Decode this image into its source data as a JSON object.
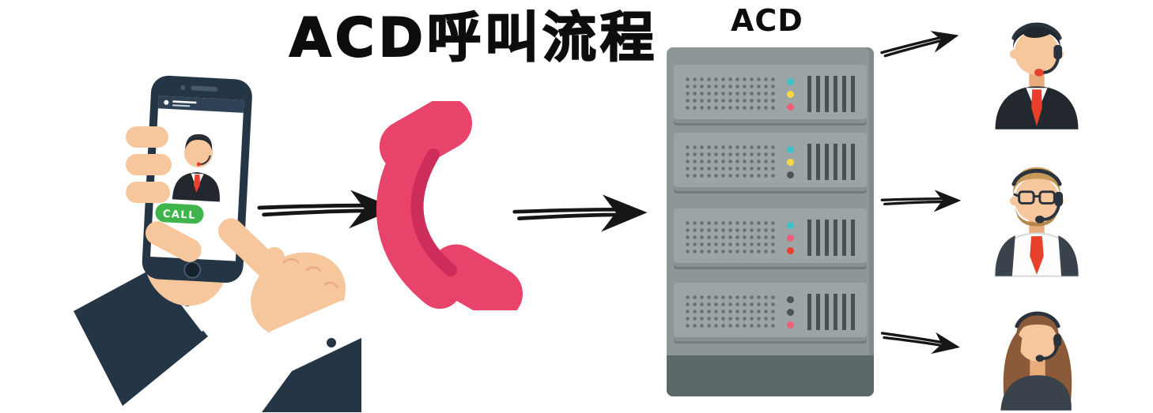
{
  "title": "ACD呼叫流程",
  "server": {
    "label": "ACD",
    "units": [
      {
        "leds": [
          "#3fc1c9",
          "#f7d842",
          "#ef5e7a"
        ]
      },
      {
        "leds": [
          "#3fc1c9",
          "#f7d842",
          "#4a5555"
        ]
      },
      {
        "leds": [
          "#3fc1c9",
          "#ef5e7a",
          "#e8402a"
        ]
      },
      {
        "leds": [
          "#4a5555",
          "#4a5555",
          "#ef5e7a"
        ]
      }
    ]
  },
  "phone": {
    "call_button_label": "CALL"
  },
  "illustrations": {
    "caller": "hand-holding-smartphone-icon",
    "handset": "telephone-handset-icon",
    "server": "acd-server-rack-icon",
    "agents": [
      "male-agent-dark-suit-headset",
      "male-agent-glasses-headset",
      "female-agent-headset"
    ],
    "arrows": [
      "caller-to-handset",
      "handset-to-server",
      "server-to-agent-1",
      "server-to-agent-2",
      "server-to-agent-3"
    ]
  },
  "colors": {
    "title": "#0d0d0d",
    "arrow": "#161616",
    "skin": "#f6c79d",
    "skin_shade": "#eaab7d",
    "navy": "#243646",
    "red": "#e8402a",
    "green": "#3eb54b",
    "pink": "#e8436b",
    "pink_dark": "#cd2d5b",
    "hair_dark": "#22282e",
    "hair_blond": "#c79a5b",
    "beard": "#b5854e",
    "hair_brown": "#8a5a39",
    "top_dark": "#3a424c",
    "headset": "#2a323c",
    "server_frame": "#8d9797",
    "server_panel": "#9ba5a5",
    "server_base": "#5d6868",
    "server_dots": "#677272",
    "server_slats": "#475252"
  }
}
